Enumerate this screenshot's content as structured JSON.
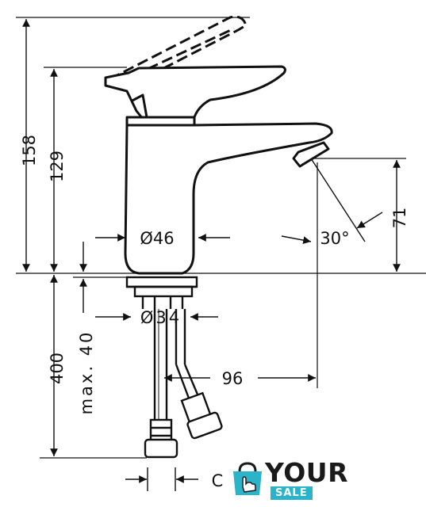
{
  "dimensions": {
    "overall_height": "158",
    "body_height": "129",
    "spout_height": "71",
    "body_diameter": "Ø46",
    "spout_angle": "30°",
    "shank_diameter": "Ø34",
    "shank_length": "max. 40",
    "hose_length": "400",
    "hose_spacing": "96",
    "partial_label": "C"
  },
  "logo": {
    "line1": "YOUR",
    "line2": "SALE",
    "accent_color": "#2bb3c9"
  }
}
